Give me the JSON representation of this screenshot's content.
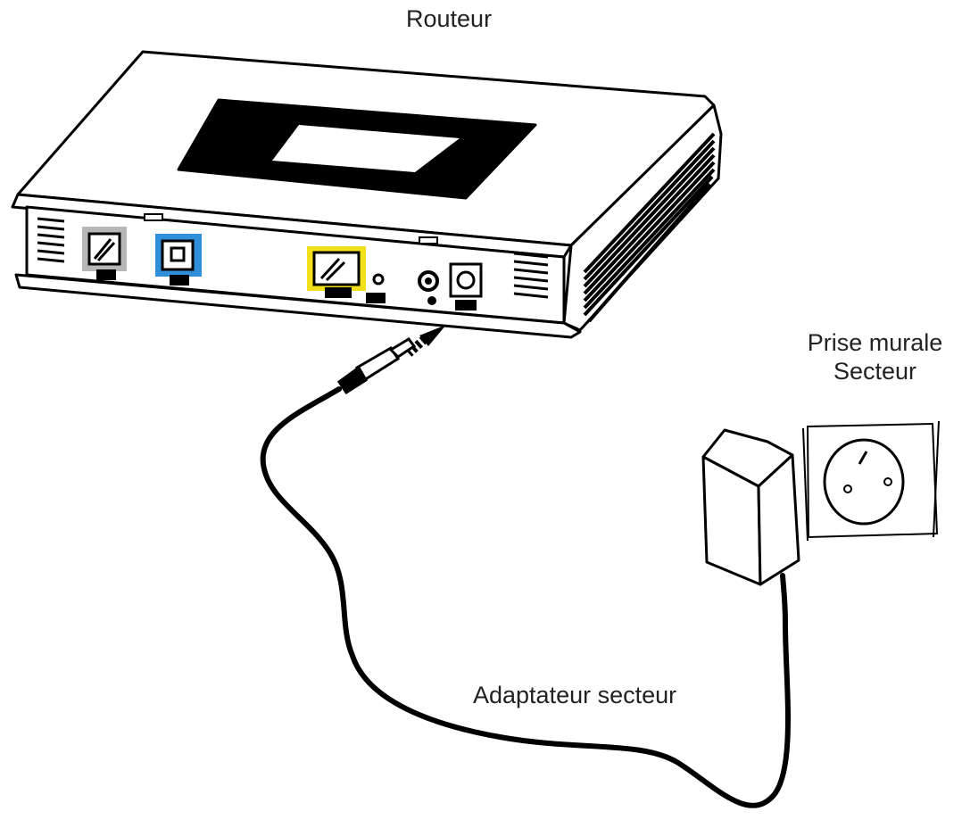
{
  "labels": {
    "router": "Routeur",
    "wall_outlet_line1": "Prise murale",
    "wall_outlet_line2": "Secteur",
    "power_adapter": "Adaptateur secteur"
  },
  "port_highlight_colors": {
    "gray_port": "#b7b7b7",
    "blue_port": "#2f8fd8",
    "yellow_port": "#f2e01a"
  },
  "line_color": "#000000"
}
